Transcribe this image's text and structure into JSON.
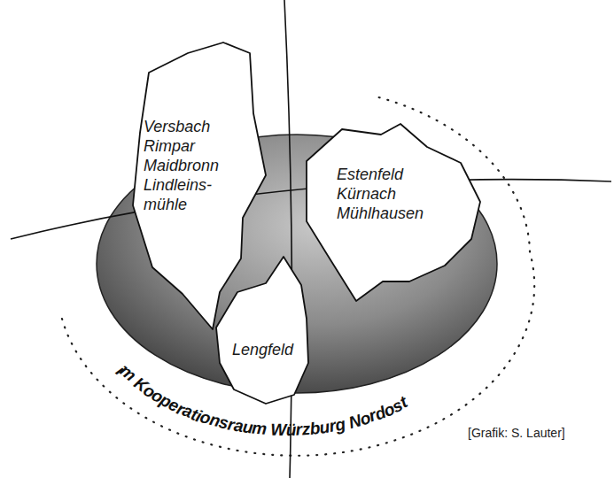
{
  "diagram": {
    "nodes": [
      {
        "text": [
          "Versbach",
          "Rimpar",
          "Maidbronn",
          "Lindleins- mühle"
        ]
      },
      {
        "text": [
          "Estenfeld",
          "Kürnach",
          "Mühlhausen"
        ]
      },
      {
        "text": [
          "Lengfeld"
        ]
      }
    ],
    "labels": [
      "im Kooperationsraum Würzburg Nordost",
      "[Grafik: S. Lauter]"
    ]
  }
}
